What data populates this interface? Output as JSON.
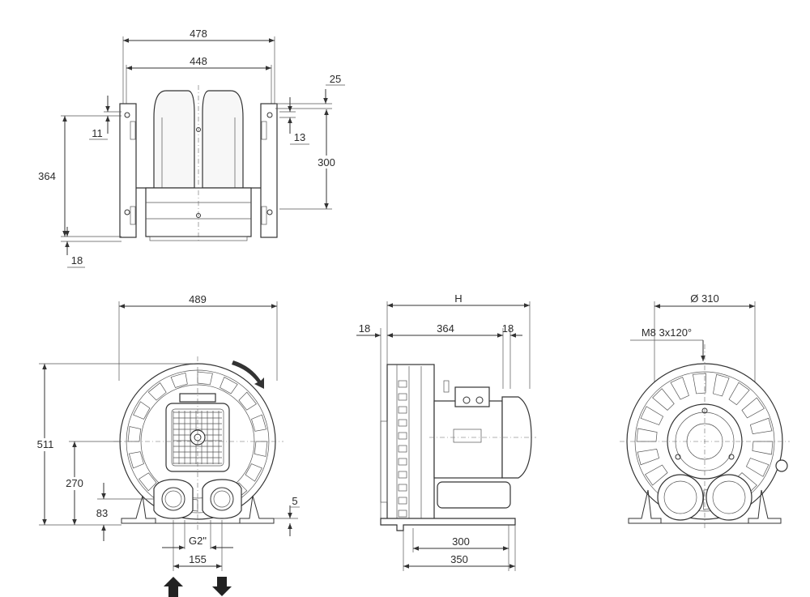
{
  "top_view": {
    "dim_overall_width": "478",
    "dim_inner_width": "448",
    "dim_foot_left": "11",
    "dim_total_height": "364",
    "dim_bottom_offset": "18",
    "dim_top_offset": "25",
    "dim_foot_right": "13",
    "dim_mount_height": "300"
  },
  "front_view": {
    "dim_width": "489",
    "dim_height": "511",
    "dim_center_height": "270",
    "dim_port_height": "83",
    "dim_foot_thickness": "5",
    "dim_port_thread": "G2\"",
    "dim_port_spacing": "155"
  },
  "side_view": {
    "dim_length": "H",
    "dim_left_offset": "18",
    "dim_motor_length": "364",
    "dim_right_offset": "18",
    "dim_base_inner": "300",
    "dim_base_outer": "350"
  },
  "flange_view": {
    "dim_diameter": "Ø 310",
    "dim_thread_pattern": "M8  3x120°"
  },
  "colors": {
    "line": "#333333",
    "fill": "#f7f7f7",
    "text": "#2b2b2b"
  }
}
